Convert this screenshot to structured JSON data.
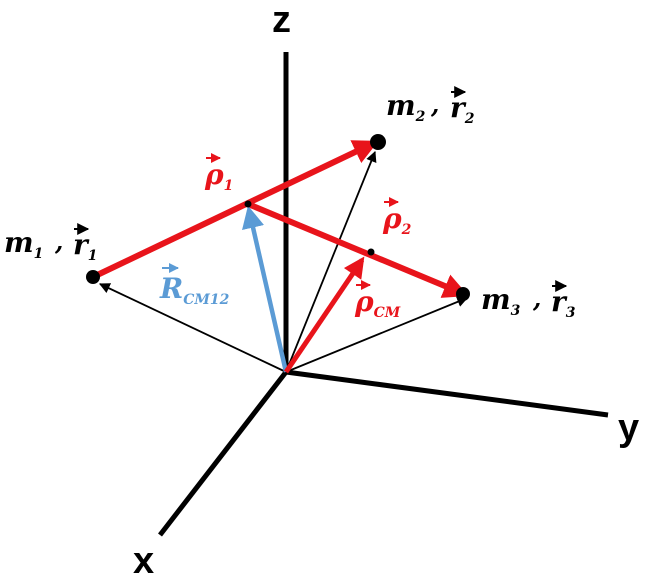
{
  "axes": {
    "x": "x",
    "y": "y",
    "z": "z"
  },
  "labels": {
    "m1": {
      "mass": "m",
      "mass_sub": "1",
      "sep": ",",
      "vec": "r",
      "vec_sub": "1"
    },
    "m2": {
      "mass": "m",
      "mass_sub": "2",
      "sep": ",",
      "vec": "r",
      "vec_sub": "2"
    },
    "m3": {
      "mass": "m",
      "mass_sub": "3",
      "sep": ",",
      "vec": "r",
      "vec_sub": "3"
    },
    "rho1": {
      "sym": "ρ",
      "sub": "1"
    },
    "rho2": {
      "sym": "ρ",
      "sub": "2"
    },
    "rhocm": {
      "sym": "ρ",
      "sub": "CM"
    },
    "rcm12": {
      "sym": "R",
      "sub": "CM12"
    }
  },
  "colors": {
    "black": "#000000",
    "red": "#e8141b",
    "blue": "#5b9bd5"
  }
}
